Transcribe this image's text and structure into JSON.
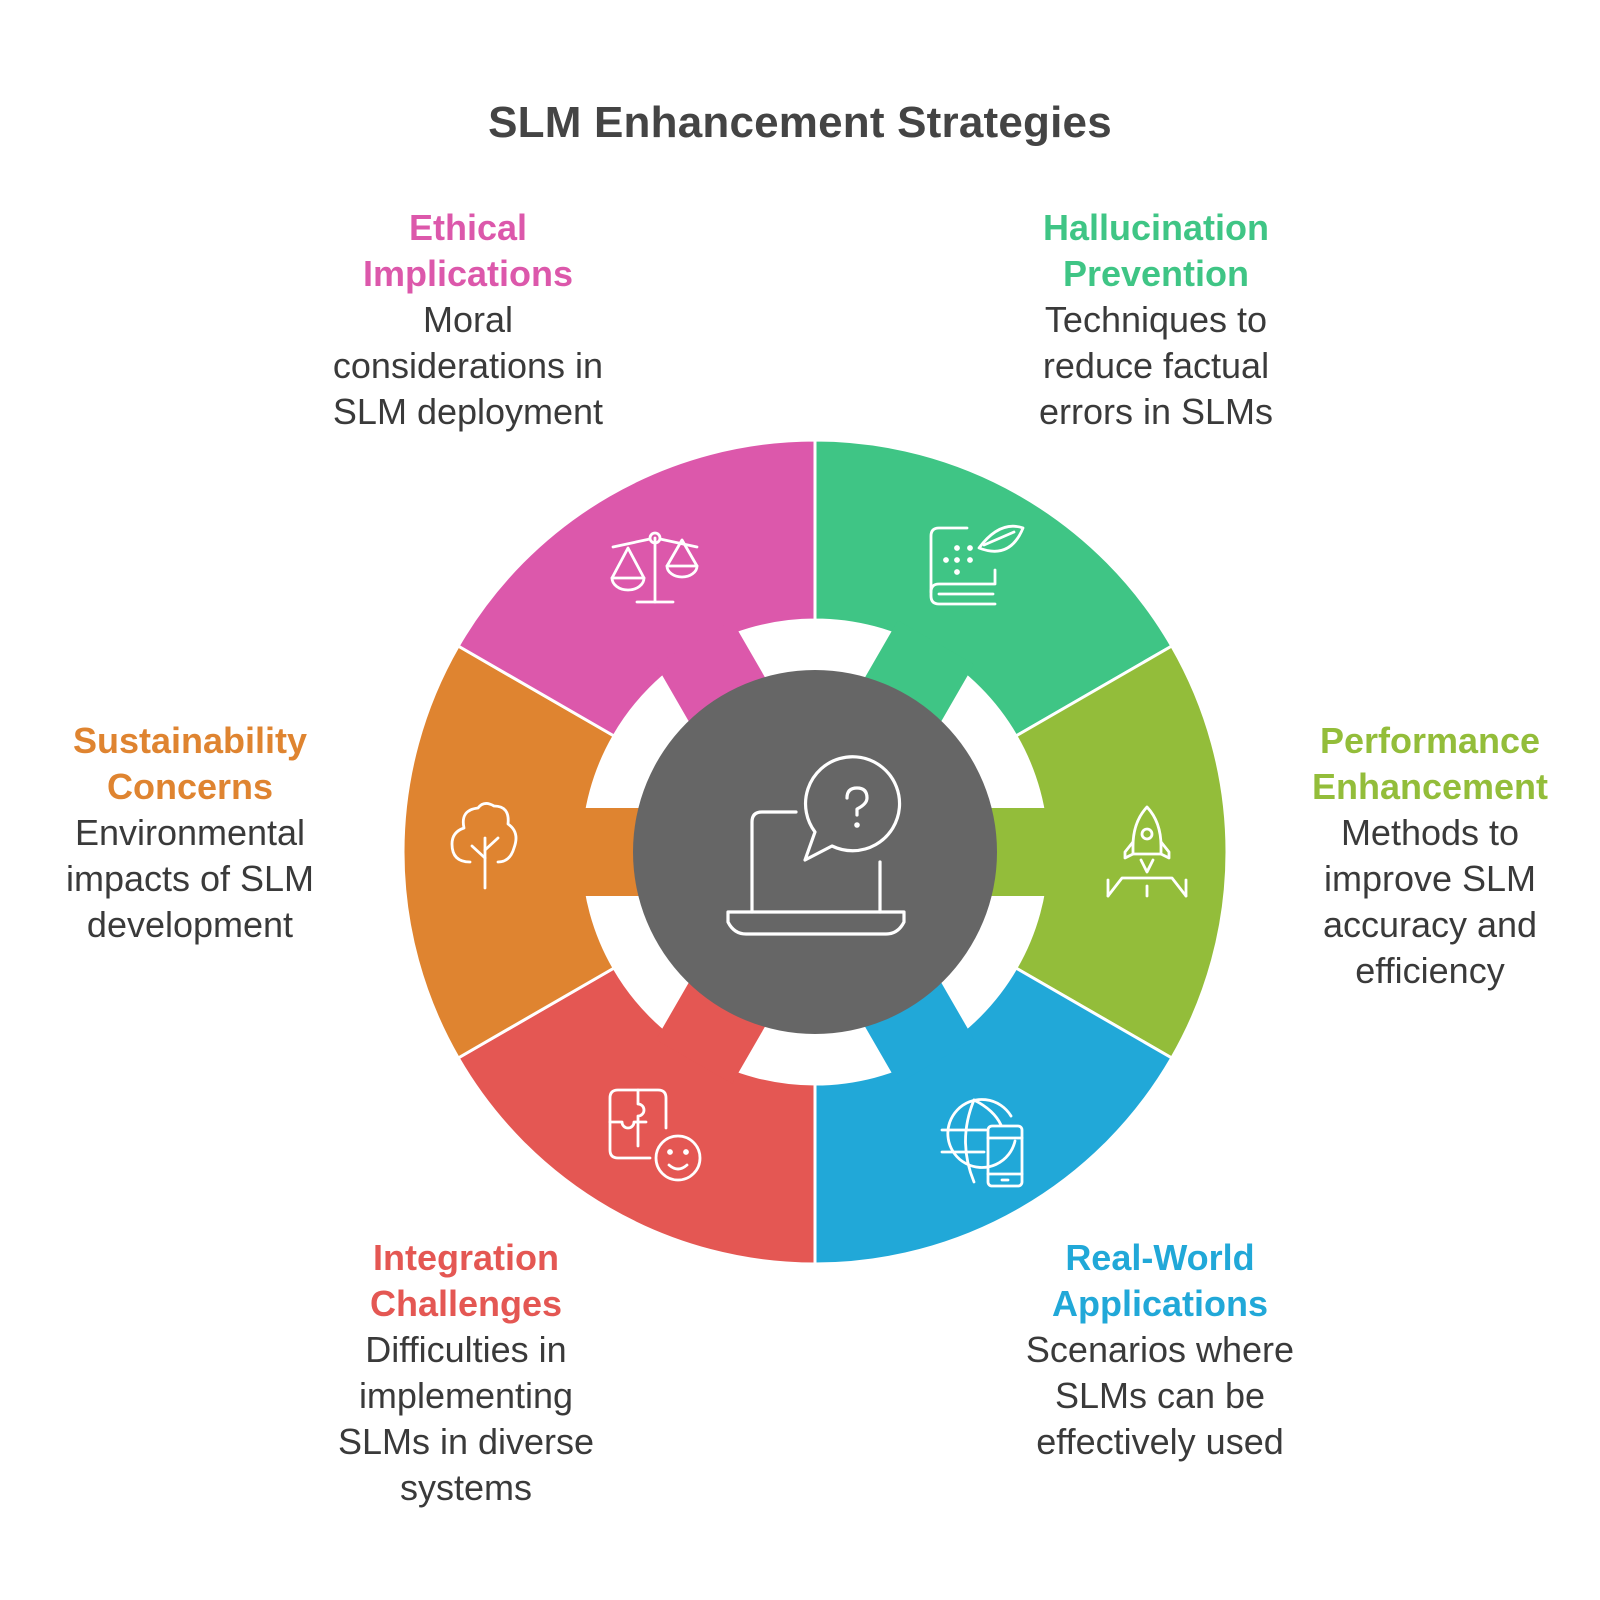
{
  "title": "SLM Enhancement Strategies",
  "segments": [
    {
      "id": "hallucination",
      "heading": [
        "Hallucination",
        "Prevention"
      ],
      "description": [
        "Techniques to",
        "reduce factual",
        "errors in SLMs"
      ],
      "color": "#3fc585",
      "icon": "book-leaf-icon"
    },
    {
      "id": "performance",
      "heading": [
        "Performance",
        "Enhancement"
      ],
      "description": [
        "Methods to",
        "improve SLM",
        "accuracy and",
        "efficiency"
      ],
      "color": "#93bd3a",
      "icon": "rocket-launch-icon"
    },
    {
      "id": "realworld",
      "heading": [
        "Real-World",
        "Applications"
      ],
      "description": [
        "Scenarios where",
        "SLMs can be",
        "effectively used"
      ],
      "color": "#21a8d8",
      "icon": "globe-phone-icon"
    },
    {
      "id": "integration",
      "heading": [
        "Integration",
        "Challenges"
      ],
      "description": [
        "Difficulties in",
        "implementing",
        "SLMs in diverse",
        "systems"
      ],
      "color": "#e45753",
      "icon": "puzzle-face-icon"
    },
    {
      "id": "sustainability",
      "heading": [
        "Sustainability",
        "Concerns"
      ],
      "description": [
        "Environmental",
        "impacts of SLM",
        "development"
      ],
      "color": "#df8430",
      "icon": "tree-icon"
    },
    {
      "id": "ethical",
      "heading": [
        "Ethical",
        "Implications"
      ],
      "description": [
        "Moral",
        "considerations in",
        "SLM deployment"
      ],
      "color": "#dc58ab",
      "icon": "scales-icon"
    }
  ],
  "center": {
    "color": "#666666",
    "icon": "laptop-question-icon"
  }
}
